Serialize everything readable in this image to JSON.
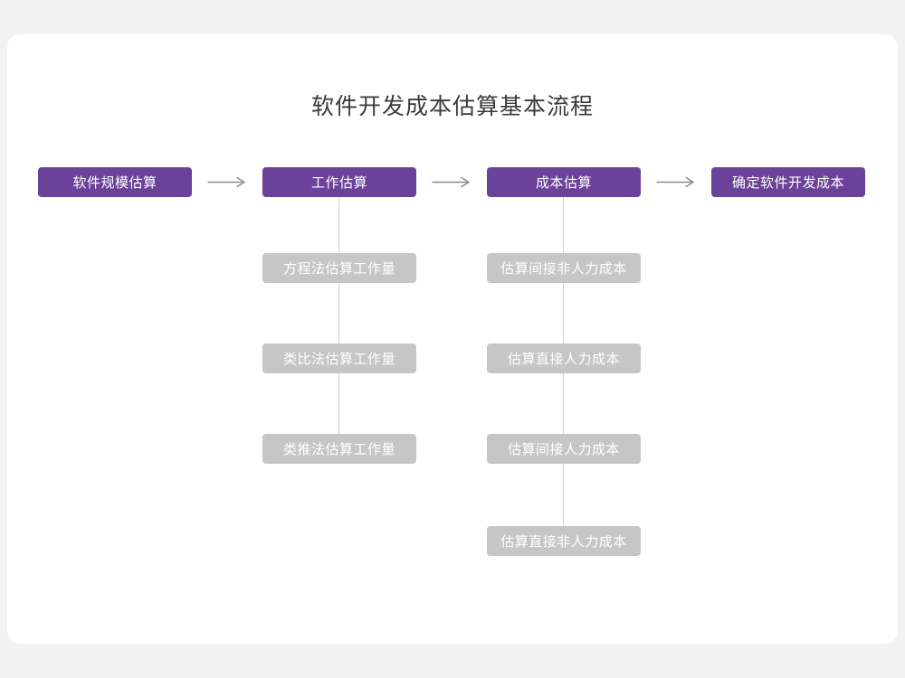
{
  "title": "软件开发成本估算基本流程",
  "flow": {
    "main_steps": [
      {
        "id": "software-scale-estimation",
        "label": "软件规模估算"
      },
      {
        "id": "work-estimation",
        "label": "工作估算"
      },
      {
        "id": "cost-estimation",
        "label": "成本估算"
      },
      {
        "id": "determine-software-dev-cost",
        "label": "确定软件开发成本"
      }
    ],
    "work_estimation_substeps": [
      "方程法估算工作量",
      "类比法估算工作量",
      "类推法估算工作量"
    ],
    "cost_estimation_substeps": [
      "估算间接非人力成本",
      "估算直接人力成本",
      "估算间接人力成本",
      "估算直接非人力成本"
    ]
  },
  "colors": {
    "page-bg": "#f2f2f3",
    "card-bg": "#ffffff",
    "primary": "#6b4299",
    "substep-bg": "#c6c6c6",
    "node-text": "#ffffff",
    "arrow": "#8c8c8c",
    "connector": "#d2d2d2",
    "title-text": "#3b3b3b"
  }
}
